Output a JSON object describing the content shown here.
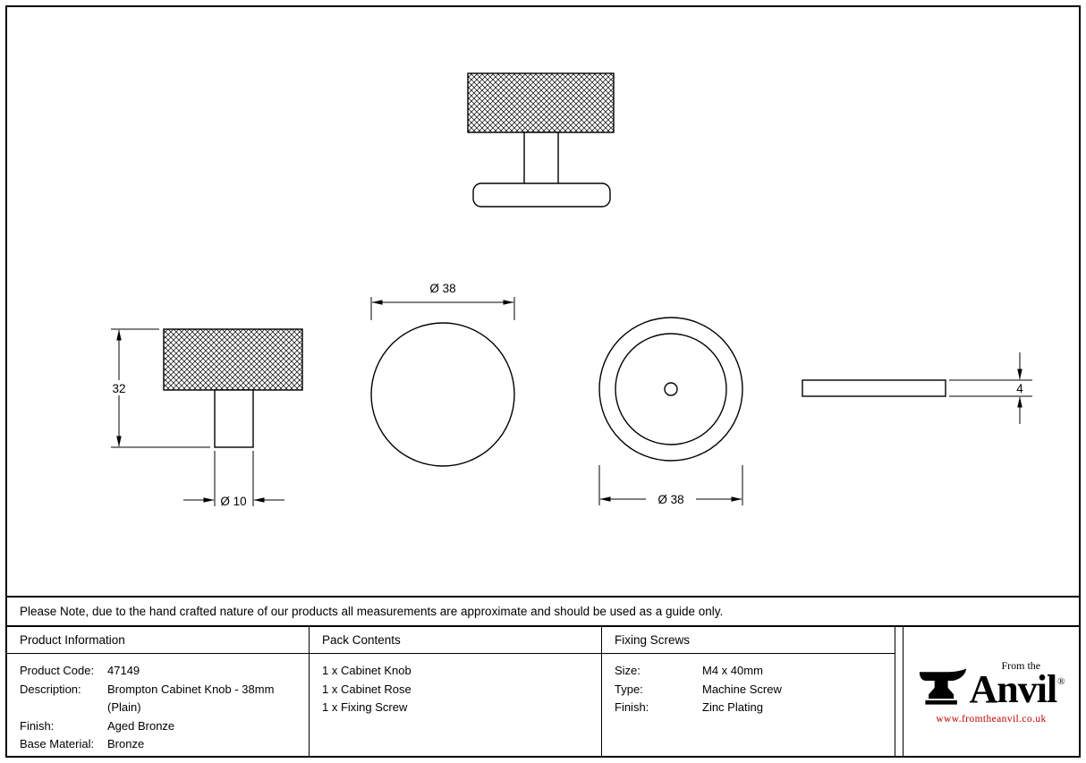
{
  "note": "Please Note, due to the hand crafted nature of our products all measurements are approximate and should be used as a guide only.",
  "dimensions": {
    "knob_height": "32",
    "stem_diameter": "Ø 10",
    "knob_diameter": "Ø 38",
    "rose_diameter": "Ø 38",
    "rose_thickness": "4"
  },
  "product_information": {
    "header": "Product Information",
    "rows": [
      {
        "label": "Product Code:",
        "value": "47149"
      },
      {
        "label": "Description:",
        "value": "Brompton Cabinet Knob - 38mm (Plain)"
      },
      {
        "label": "Finish:",
        "value": "Aged Bronze"
      },
      {
        "label": "Base Material:",
        "value": "Bronze"
      }
    ]
  },
  "pack_contents": {
    "header": "Pack Contents",
    "items": [
      "1 x Cabinet Knob",
      "1 x Cabinet Rose",
      "1 x Fixing Screw"
    ]
  },
  "fixing_screws": {
    "header": "Fixing Screws",
    "rows": [
      {
        "label": "Size:",
        "value": "M4 x 40mm"
      },
      {
        "label": "Type:",
        "value": "Machine Screw"
      },
      {
        "label": "Finish:",
        "value": "Zinc Plating"
      }
    ]
  },
  "logo": {
    "tagline": "From the",
    "brand": "Anvil",
    "registered": "®",
    "website": "www.fromtheanvil.co.uk"
  },
  "colors": {
    "line": "#000000",
    "background": "#ffffff",
    "website_red": "#c00000"
  }
}
